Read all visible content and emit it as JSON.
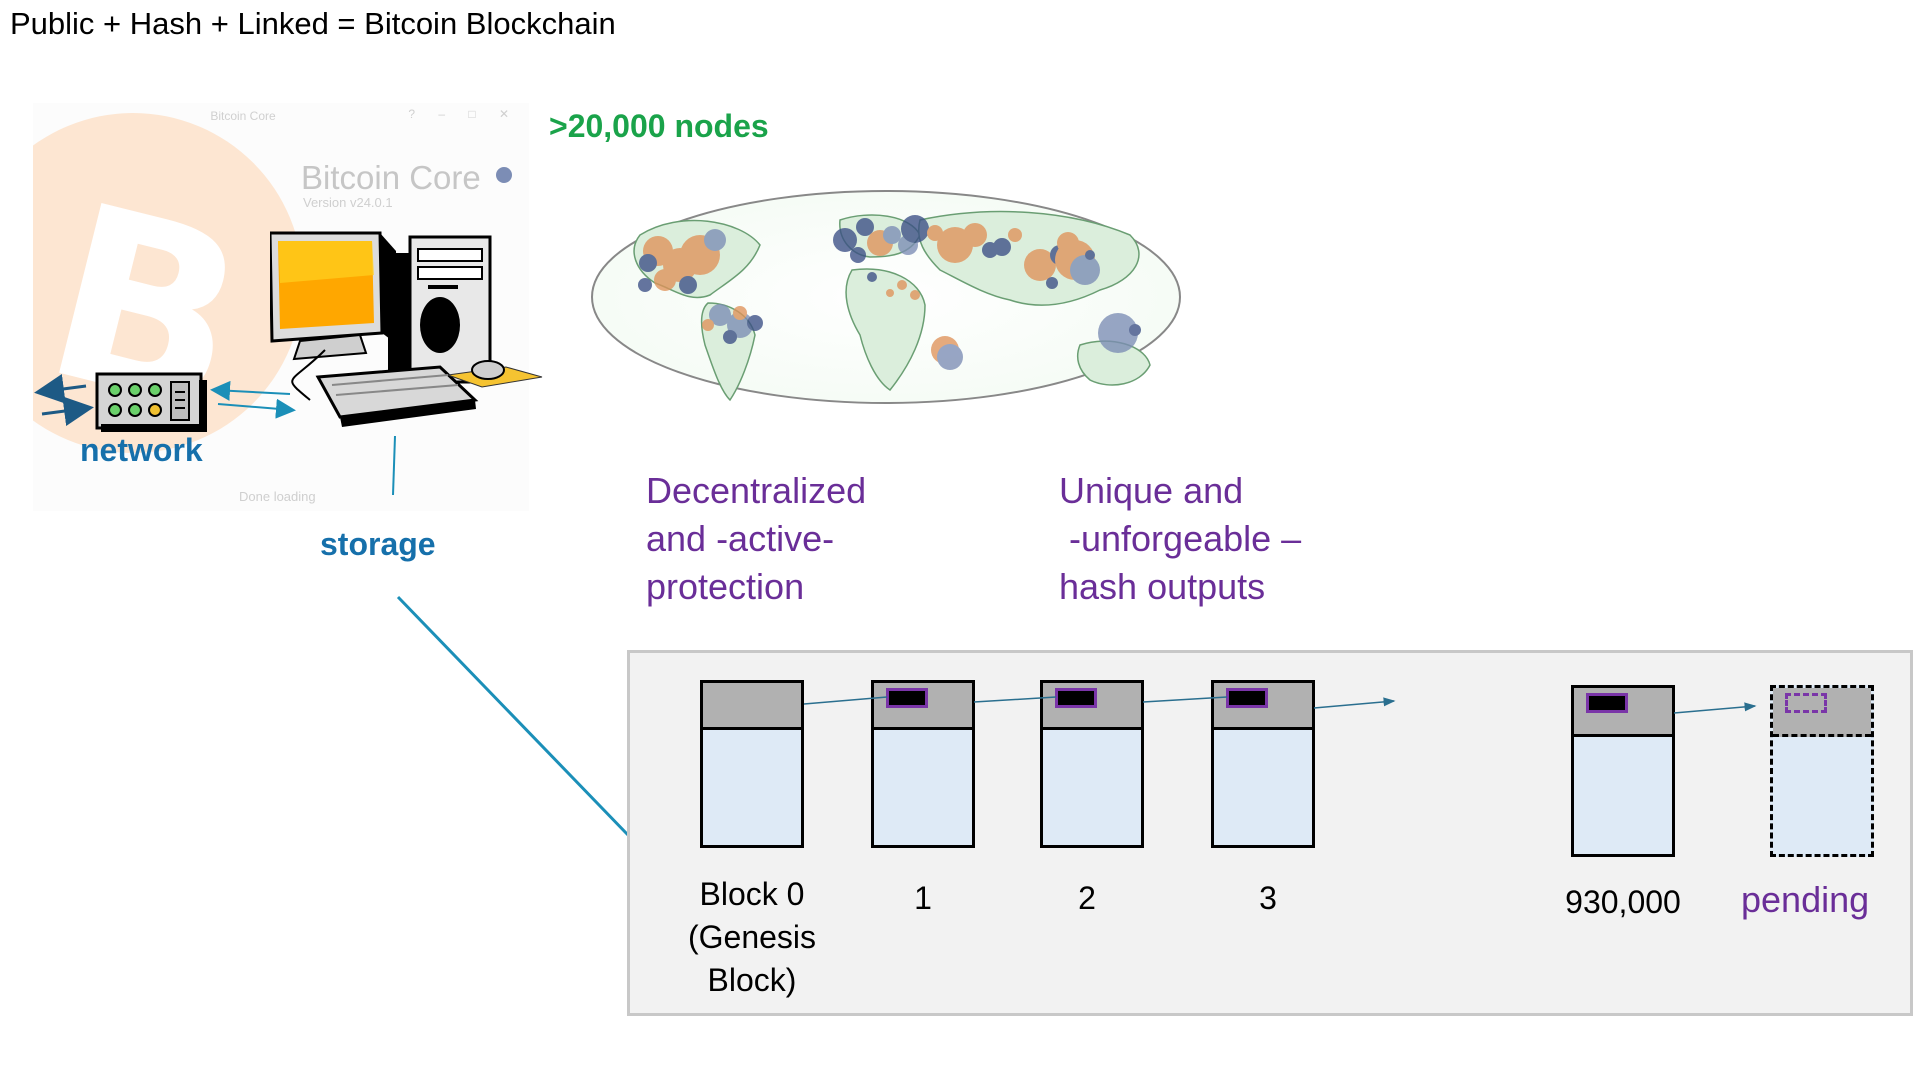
{
  "title": "Public + Hash + Linked = Bitcoin Blockchain",
  "splash": {
    "window_title": "Bitcoin Core",
    "window_buttons": "? – □ ✕",
    "app_name": "Bitcoin Core",
    "version": "Version v24.0.1",
    "status": "Done loading"
  },
  "labels": {
    "nodes": ">20,000 nodes",
    "network": "network",
    "storage": "storage"
  },
  "properties": {
    "decentralized": [
      "Decentralized",
      "and -active-",
      "protection"
    ],
    "unique": [
      "Unique and",
      " -unforgeable –",
      "hash outputs"
    ]
  },
  "chain": {
    "blocks": [
      {
        "label_lines": [
          "Block 0",
          "(Genesis",
          "Block)"
        ]
      },
      {
        "label_lines": [
          "1"
        ]
      },
      {
        "label_lines": [
          "2"
        ]
      },
      {
        "label_lines": [
          "3"
        ]
      },
      {
        "label_lines": [
          "930,000"
        ]
      }
    ],
    "pending_label": "pending"
  },
  "colors": {
    "title_text": "#000000",
    "nodes_green": "#1aa34a",
    "label_blue": "#1670ab",
    "property_purple": "#6a2e98",
    "block_header": "#b1b1b1",
    "block_body": "#deeaf6",
    "hash_border": "#7a35a8",
    "panel_background": "#f2f2f2",
    "connector_teal": "#1b8fb8",
    "map_land": "#dff1e0",
    "node_orange": "#e0935a",
    "node_navy": "#3b4f86"
  },
  "icons": [
    "bitcoin-logo-icon",
    "desktop-computer-icon",
    "network-device-icon",
    "world-map-icon"
  ]
}
